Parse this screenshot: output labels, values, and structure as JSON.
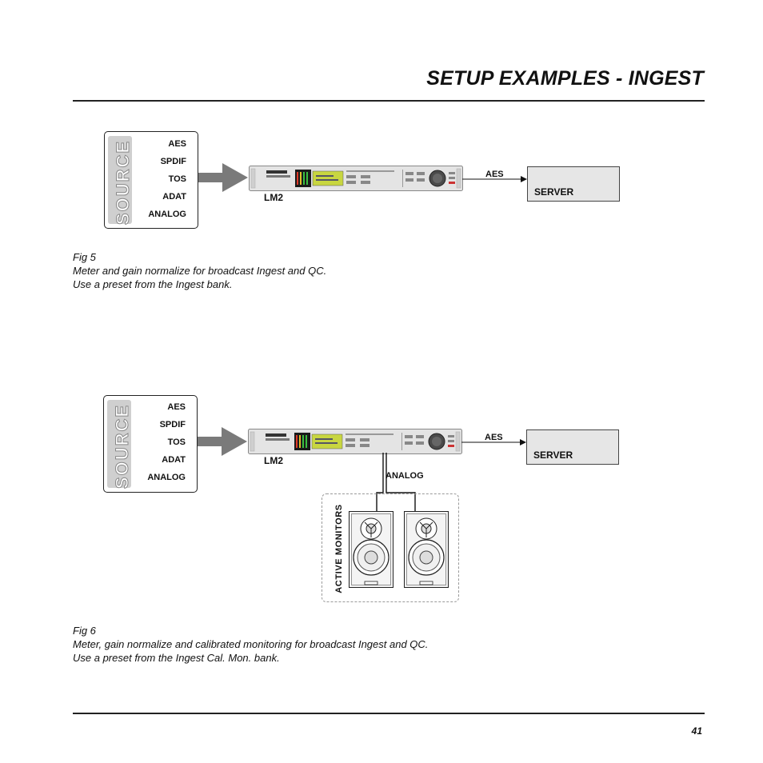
{
  "header": {
    "title": "SETUP EXAMPLES - INGEST"
  },
  "source_box": {
    "label": "SOURCE",
    "inputs": [
      "AES",
      "SPDIF",
      "TOS",
      "ADAT",
      "ANALOG"
    ]
  },
  "device": {
    "label": "LM2"
  },
  "connection": {
    "output_label": "AES",
    "monitor_label": "ANALOG"
  },
  "server": {
    "label": "SERVER"
  },
  "monitors": {
    "label": "ACTIVE MONITORS"
  },
  "fig5": {
    "title": "Fig 5",
    "line1": "Meter and gain normalize for broadcast Ingest and QC.",
    "line2": "Use a preset from the Ingest bank."
  },
  "fig6": {
    "title": "Fig 6",
    "line1": "Meter, gain normalize and calibrated monitoring for broadcast Ingest and QC.",
    "line2": "Use a preset from the Ingest Cal. Mon. bank."
  },
  "footer": {
    "page_number": "41"
  },
  "colors": {
    "source_bg": "#cfcfcf",
    "server_bg": "#e6e6e6",
    "arrow": "#7a7a7a",
    "display": "#c8d640"
  }
}
